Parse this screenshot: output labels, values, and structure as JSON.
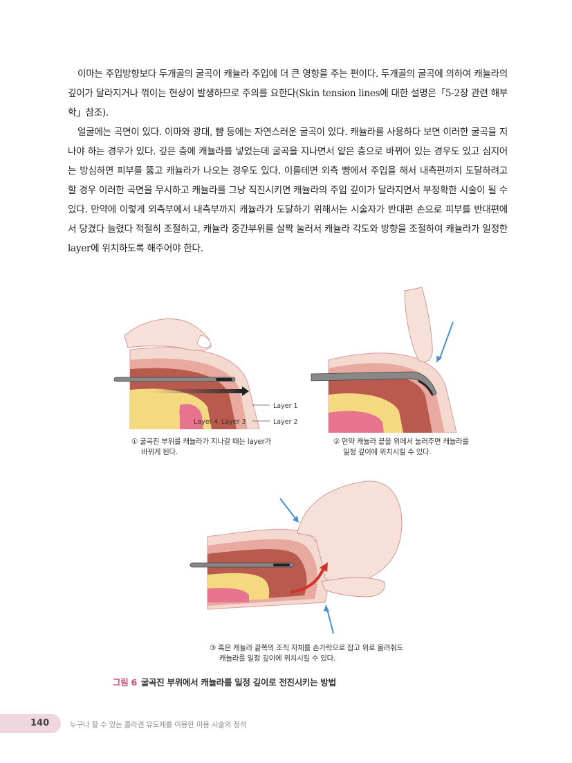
{
  "body": {
    "paragraph_1": "이마는 주입방향보다 두개골의 굴곡이 캐뉼라 주입에 더 큰 영향을 주는 편이다. 두개골의 굴곡에 의하여 캐뉼라의 깊이가 달라지거나 꺾이는 현상이 발생하므로 주의를 요한다(Skin tension lines에 대한 설명은「5-2장 관련 해부학」참조).",
    "paragraph_2": "얼굴에는 곡면이 있다. 이마와 광대, 뺨 등에는 자연스러운 굴곡이 있다. 캐뉼라를 사용하다 보면 이러한 굴곡을 지나야 하는 경우가 있다. 깊은 층에 캐뉼라를 넣었는데 굴곡을 지나면서 얕은 층으로 바뀌어 있는 경우도 있고 심지어는 방심하면 피부를 뚫고 캐뉼라가 나오는 경우도 있다. 이를테면 외측 뺨에서 주입을 해서 내측편까지 도달하려고 할 경우 이러한 곡면을 무시하고 캐뉼라를 그냥 직진시키면 캐뉼라의 주입 깊이가 달라지면서 부정확한 시술이 될 수 있다. 만약에 이렇게 외측부에서 내측부까지 캐뉼라가 도달하기 위해서는 시술자가 반대편 손으로 피부를 반대편에서 당겼다 늘렸다 적절히 조절하고, 캐뉼라 중간부위를 살짝 눌러서 캐뉼라 각도와 방향을 조절하여 캐뉼라가 일정한 layer에 위치하도록 해주어야 한다."
  },
  "figure": {
    "panel_1": {
      "caption_line1": "① 굴곡진 부위를 캐뉼라가 지나갈 때는 layer가",
      "caption_line2": "바뀌게 된다.",
      "labels": {
        "layer1": "Layer 1",
        "layer2": "Layer 2",
        "layer3": "Layer 3",
        "layer4": "Layer 4"
      }
    },
    "panel_2": {
      "caption_line1": "② 만약 캐뉼라 끝을 위에서 눌러주면 캐뉼라를",
      "caption_line2": "일정 깊이에 위치시킬 수 있다."
    },
    "panel_3": {
      "caption_line1": "③ 혹은 캐뉼라 끝쪽의 조직 자체를 손가락으로 잡고 위로 올려줘도",
      "caption_line2": "캐뉼라를 일정 깊이에 위치시킬 수 있다."
    },
    "title_number": "그림 6",
    "title_text": "굴곡진 부위에서 캐뉼라를 일정 깊이로 전진시키는 방법"
  },
  "footer": {
    "page_number": "140",
    "book_title": "누구나 할 수 있는 콜라겐 유도제를 이용한 미용 시술의 정석"
  },
  "colors": {
    "skin": "#f3d9cf",
    "dermis": "#e8aaa0",
    "muscle": "#b95a4f",
    "fat": "#f5d980",
    "deep": "#e8738f",
    "accent": "#c74a7a",
    "arrow_blue": "#4a8fd0",
    "arrow_red": "#d2302a"
  }
}
